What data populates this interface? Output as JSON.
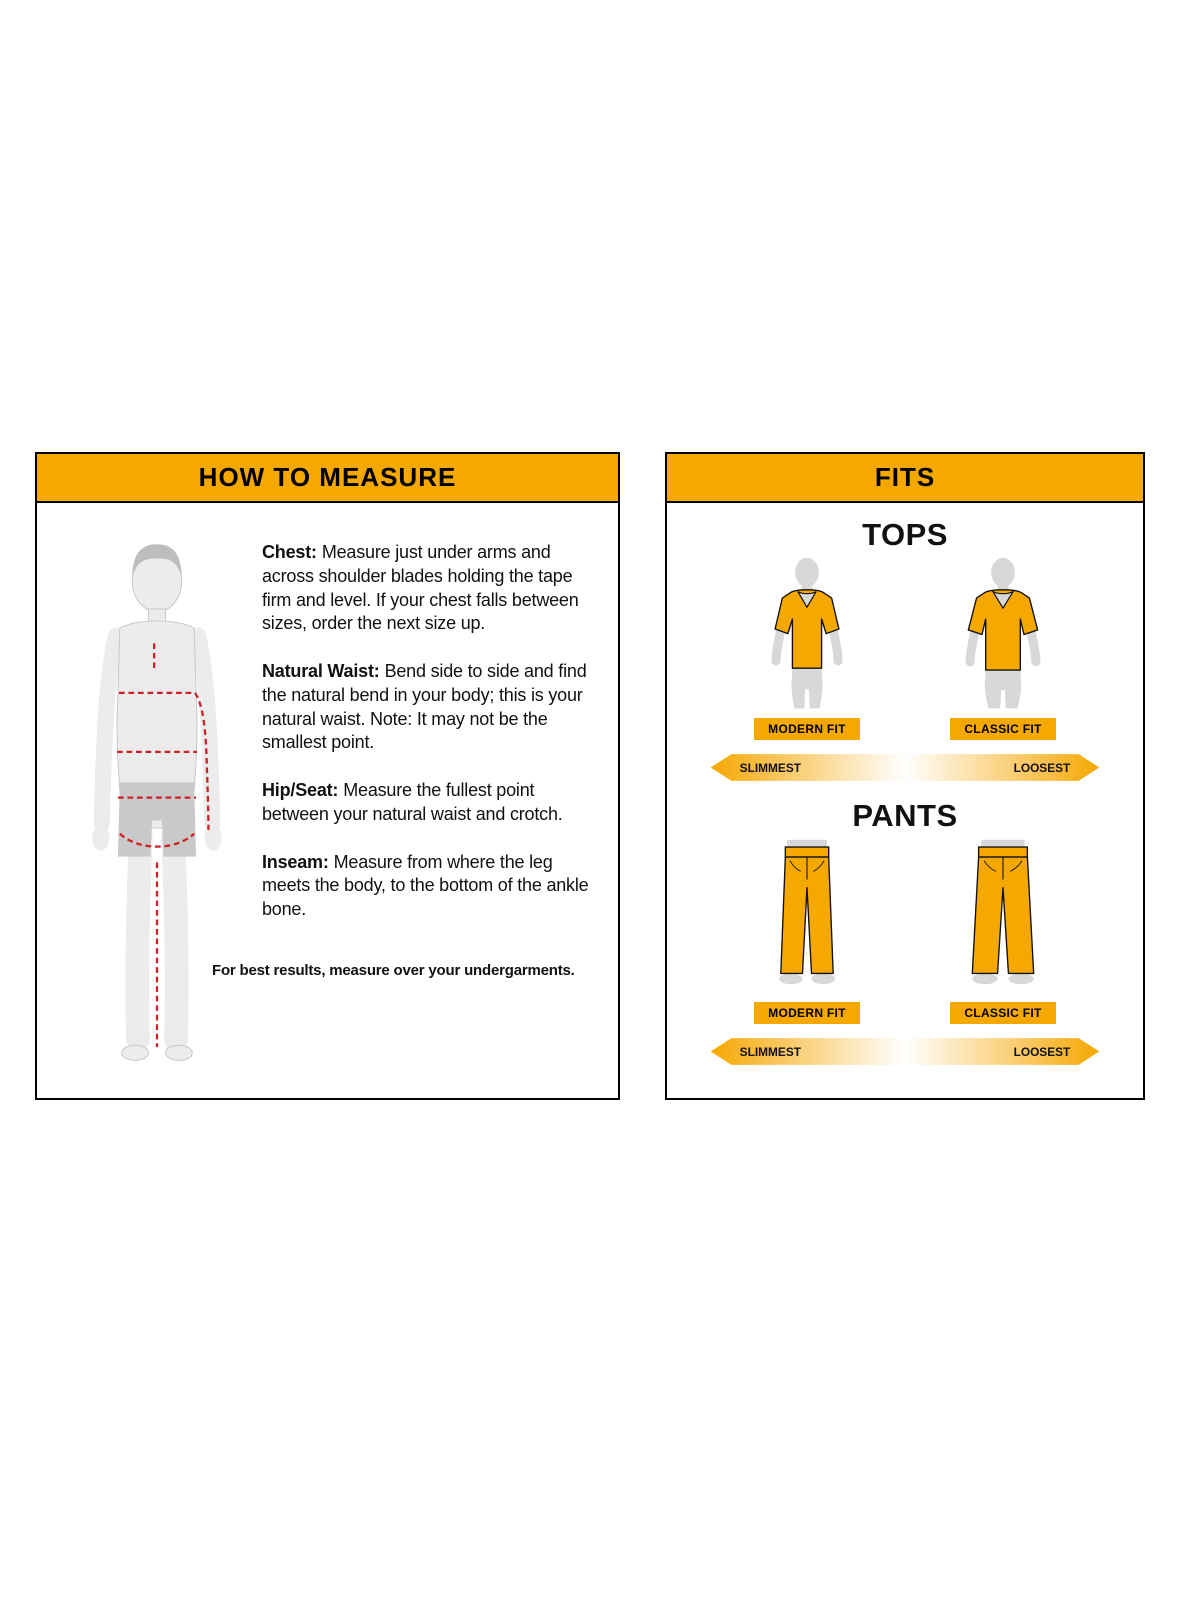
{
  "colors": {
    "accent": "#F5A800",
    "border": "#000000",
    "measure_line_red": "#cc2127",
    "figure_gray": "#ececec"
  },
  "measure_panel": {
    "title": "HOW TO MEASURE",
    "sections": [
      {
        "label": "Chest:",
        "text": "Measure just under arms and across shoulder blades holding the tape firm and level. If your chest falls between sizes, order the next size up."
      },
      {
        "label": "Natural Waist:",
        "text": "Bend side to side and find the natural bend in your body; this is your natural waist. Note: It may not be the smallest point."
      },
      {
        "label": "Hip/Seat:",
        "text": "Measure the fullest point between your natural waist and crotch."
      },
      {
        "label": "Inseam:",
        "text": "Measure from where the leg meets the body, to the bottom of the ankle bone."
      }
    ],
    "footnote": "For best results, measure over your undergarments."
  },
  "fits_panel": {
    "title": "FITS",
    "groups": [
      {
        "heading": "TOPS",
        "fits": [
          {
            "label": "MODERN FIT"
          },
          {
            "label": "CLASSIC FIT"
          }
        ],
        "scale": {
          "left": "SLIMMEST",
          "right": "LOOSEST"
        }
      },
      {
        "heading": "PANTS",
        "fits": [
          {
            "label": "MODERN FIT"
          },
          {
            "label": "CLASSIC FIT"
          }
        ],
        "scale": {
          "left": "SLIMMEST",
          "right": "LOOSEST"
        }
      }
    ]
  }
}
